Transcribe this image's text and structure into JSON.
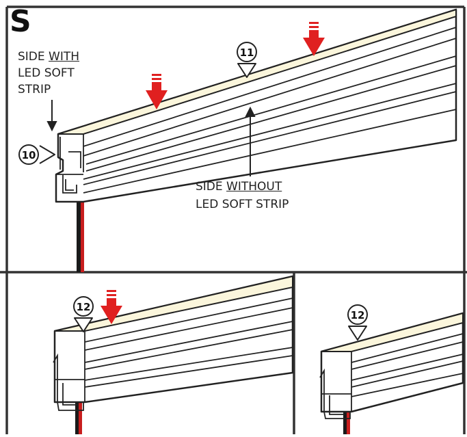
{
  "panel_letter": "S",
  "labels": {
    "with_line1_a": "SIDE ",
    "with_line1_b": "WITH",
    "with_line2": "LED SOFT",
    "with_line3": "STRIP",
    "without_line1_a": "SIDE ",
    "without_line1_b": "WITHOUT",
    "without_line2": "LED SOFT STRIP"
  },
  "callouts": [
    "10",
    "11",
    "12",
    "12"
  ],
  "colors": {
    "frame": "#333333",
    "profile_stroke": "#222222",
    "led_top": "#fbf6dc",
    "arrow_red": "#e02020",
    "cable_red": "#c81e1e",
    "cable_black": "#1a1a1a"
  },
  "icons": [
    "down-arrow-icon",
    "pointer-triangle-icon"
  ]
}
